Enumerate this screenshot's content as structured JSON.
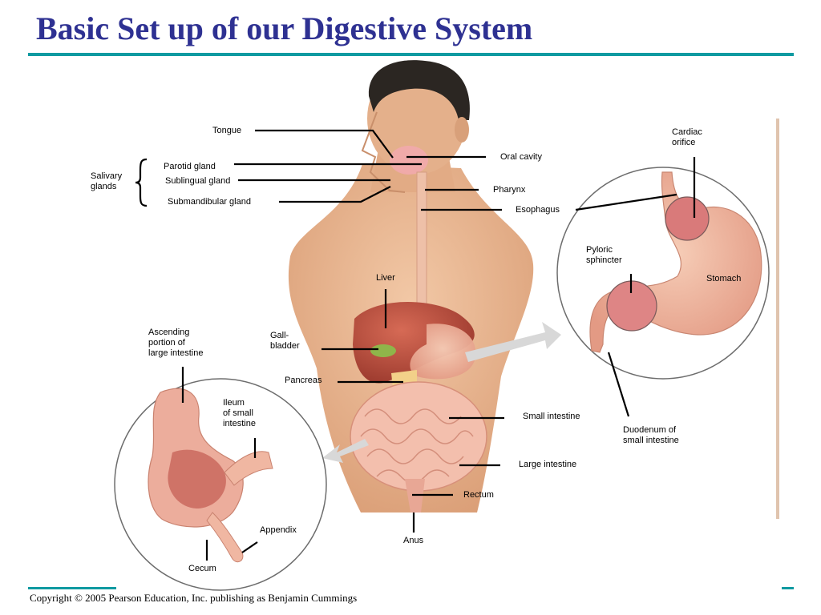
{
  "title": "Basic Set up of our Digestive System",
  "copyright": "Copyright © 2005 Pearson Education, Inc. publishing as Benjamin Cummings",
  "colors": {
    "title": "#2e3192",
    "rule": "#0f9aa1",
    "skin": "#e9b791",
    "liver": "#b8493a",
    "intestine": "#f0b3a3"
  },
  "labels": {
    "tongue": "Tongue",
    "oral_cavity": "Oral cavity",
    "cardiac_orifice": "Cardiac\norifice",
    "parotid_gland": "Parotid gland",
    "salivary_glands": "Salivary\nglands",
    "sublingual_gland": "Sublingual gland",
    "submandibular_gland": "Submandibular gland",
    "pharynx": "Pharynx",
    "esophagus": "Esophagus",
    "pyloric_sphincter": "Pyloric\nsphincter",
    "stomach": "Stomach",
    "liver": "Liver",
    "ascending_large_intestine": "Ascending\nportion of\nlarge intestine",
    "gallbladder": "Gall-\nbladder",
    "pancreas": "Pancreas",
    "ileum": "Ileum\nof small\nintestine",
    "small_intestine": "Small intestine",
    "duodenum": "Duodenum of\nsmall intestine",
    "large_intestine": "Large intestine",
    "rectum": "Rectum",
    "appendix": "Appendix",
    "anus": "Anus",
    "cecum": "Cecum"
  }
}
